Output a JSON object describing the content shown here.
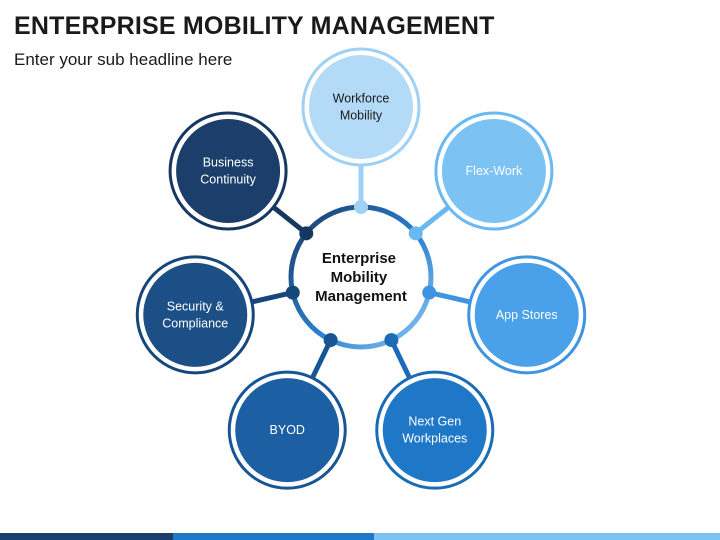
{
  "header": {
    "title": "ENTERPRISE MOBILITY MANAGEMENT",
    "subtitle": "Enter your sub headline here"
  },
  "diagram": {
    "center": {
      "lines": [
        "Enterprise",
        "Mobility",
        "Management"
      ]
    },
    "nodes": [
      {
        "id": "workforce-mobility",
        "lines": [
          "Workforce",
          "Mobility"
        ],
        "fill": "#b3dbf8",
        "ring": "#9fd0f5",
        "dark_text": true
      },
      {
        "id": "flex-work",
        "lines": [
          "Flex-Work"
        ],
        "fill": "#7cc2f3",
        "ring": "#6ab8f0",
        "dark_text": false
      },
      {
        "id": "app-stores",
        "lines": [
          "App Stores"
        ],
        "fill": "#4aa0e9",
        "ring": "#3f94e1",
        "dark_text": false
      },
      {
        "id": "next-gen-workplaces",
        "lines": [
          "Next Gen",
          "Workplaces"
        ],
        "fill": "#1f78c7",
        "ring": "#1a6cb6",
        "dark_text": false
      },
      {
        "id": "byod",
        "lines": [
          "BYOD"
        ],
        "fill": "#1d5fa3",
        "ring": "#185594",
        "dark_text": false
      },
      {
        "id": "security-compliance",
        "lines": [
          "Security &",
          "Compliance"
        ],
        "fill": "#1c4f86",
        "ring": "#17477a",
        "dark_text": false
      },
      {
        "id": "business-continuity",
        "lines": [
          "Business",
          "Continuity"
        ],
        "fill": "#1b3f6a",
        "ring": "#163860",
        "dark_text": false
      }
    ]
  }
}
